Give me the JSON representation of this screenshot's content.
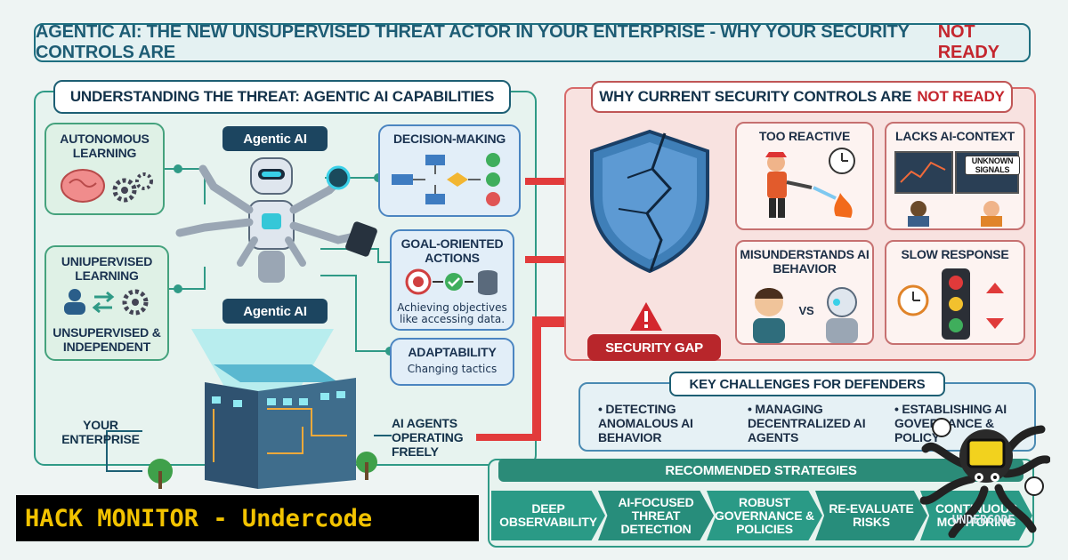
{
  "banner": {
    "title_main": "AGENTIC AI: THE NEW UNSUPERVISED THREAT ACTOR IN YOUR ENTERPRISE - WHY YOUR SECURITY CONTROLS ARE",
    "title_emph": "NOT READY"
  },
  "left": {
    "header": "UNDERSTANDING THE THREAT: AGENTIC AI CAPABILITIES",
    "autonomous": "AUTONOMOUS LEARNING",
    "unsupervised_title": "UNIUPERVISED LEARNING",
    "unsupervised_sub": "UNSUPERVISED & INDEPENDENT",
    "agent_label_top": "Agentic AI",
    "agent_label_bottom": "Agentic AI",
    "decision": "DECISION-MAKING",
    "goal_title": "GOAL-ORIENTED ACTIONS",
    "goal_desc": "Achieving objectives like accessing data.",
    "adapt_title": "ADAPTABILITY",
    "adapt_desc": "Changing tactics",
    "enterprise": "YOUR ENTERPRISE",
    "agents_free": "AI AGENTS OPERATING FREELY"
  },
  "right": {
    "header_main": "WHY CURRENT SECURITY CONTROLS ARE",
    "header_emph": "NOT READY",
    "too_reactive": "TOO REACTIVE",
    "lacks_context": "LACKS AI-CONTEXT",
    "unknown_signals": "UNKNOWN SIGNALS",
    "misunderstands": "MISUNDERSTANDS AI BEHAVIOR",
    "vs": "VS",
    "slow_response": "SLOW RESPONSE",
    "security_gap": "SECURITY GAP"
  },
  "challenges": {
    "title": "KEY CHALLENGES FOR DEFENDERS",
    "items": [
      "DETECTING ANOMALOUS AI BEHAVIOR",
      "MANAGING DECENTRALIZED AI AGENTS",
      "ESTABLISHING AI GOVERNANCE & POLICY"
    ]
  },
  "strategies": {
    "title": "RECOMMENDED STRATEGIES",
    "items": [
      "DEEP OBSERVABILITY",
      "AI-FOCUSED THREAT DETECTION",
      "ROBUST GOVERNANCE & POLICIES",
      "RE-EVALUATE RISKS",
      "CONTINUOUS MONITORING"
    ]
  },
  "watermark": {
    "text": "HACK MONITOR - Undercode",
    "logo_text": "UNDERCODE"
  },
  "colors": {
    "navy": "#1c4560",
    "teal": "#2a9a86",
    "red": "#c4262e",
    "gold": "#f2c300"
  }
}
